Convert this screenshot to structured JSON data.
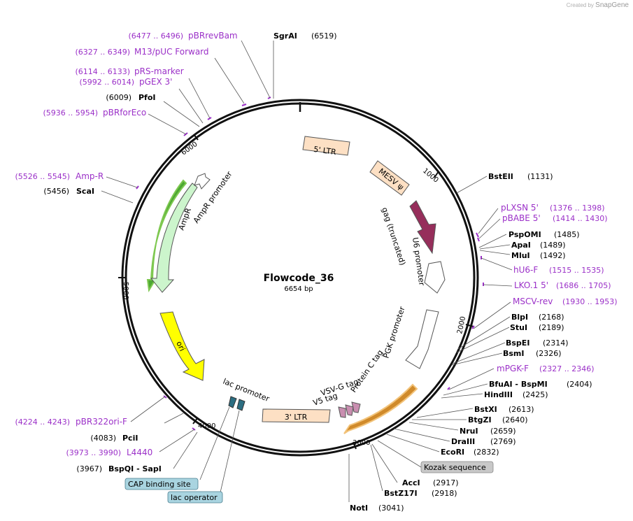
{
  "credit": {
    "created_by": "Created by",
    "brand": "SnapGene"
  },
  "plasmid": {
    "name": "Flowcode_36",
    "length_label": "6654 bp"
  },
  "colors": {
    "enzyme": "#000000",
    "primer": "#9b30c8",
    "leader": "#555555",
    "ring": "#111111"
  },
  "tick_labels": [
    "1000",
    "2000",
    "3000",
    "4000",
    "5000",
    "6000"
  ],
  "features": [
    {
      "name": "5' LTR",
      "label": "5' LTR"
    },
    {
      "name": "MESV psi",
      "label": "MESV ψ"
    },
    {
      "name": "gag (truncated)",
      "label": "gag (truncated)"
    },
    {
      "name": "U6 promoter",
      "label": "U6 promoter"
    },
    {
      "name": "PGK promoter",
      "label": "PGK promoter"
    },
    {
      "name": "Protein C tag",
      "label": "Protein C tag"
    },
    {
      "name": "VSV-G tag",
      "label": "VSV-G tag"
    },
    {
      "name": "V5 tag",
      "label": "V5 tag"
    },
    {
      "name": "3' LTR",
      "label": "3' LTR"
    },
    {
      "name": "lac promoter",
      "label": "lac promoter"
    },
    {
      "name": "ori",
      "label": "ori"
    },
    {
      "name": "AmpR",
      "label": "AmpR"
    },
    {
      "name": "AmpR promoter",
      "label": "AmpR promoter"
    }
  ],
  "enzymes_right": [
    {
      "name": "BstEII",
      "pos": "(1131)"
    },
    {
      "name": "PspOMI",
      "pos": "(1485)"
    },
    {
      "name": "ApaI",
      "pos": "(1489)"
    },
    {
      "name": "MluI",
      "pos": "(1492)"
    },
    {
      "name": "BlpI",
      "pos": "(2168)"
    },
    {
      "name": "StuI",
      "pos": "(2189)"
    },
    {
      "name": "BspEI",
      "pos": "(2314)"
    },
    {
      "name": "BsmI",
      "pos": "(2326)"
    },
    {
      "name": "BfuAI  -  BspMI",
      "pos": "(2404)"
    },
    {
      "name": "HindIII",
      "pos": "(2425)"
    },
    {
      "name": "BstXI",
      "pos": "(2613)"
    },
    {
      "name": "BtgZI",
      "pos": "(2640)"
    },
    {
      "name": "NruI",
      "pos": "(2659)"
    },
    {
      "name": "DraIII",
      "pos": "(2769)"
    },
    {
      "name": "EcoRI",
      "pos": "(2832)"
    },
    {
      "name": "AccI",
      "pos": "(2917)"
    },
    {
      "name": "BstZ17I",
      "pos": "(2918)"
    },
    {
      "name": "NotI",
      "pos": "(3041)"
    }
  ],
  "primers_right": [
    {
      "name": "pLXSN 5'",
      "range": "(1376 .. 1398)"
    },
    {
      "name": "pBABE 5'",
      "range": "(1414 .. 1430)"
    },
    {
      "name": "hU6-F",
      "range": "(1515 .. 1535)"
    },
    {
      "name": "LKO.1 5'",
      "range": "(1686 .. 1705)"
    },
    {
      "name": "MSCV-rev",
      "range": "(1930 .. 1953)"
    },
    {
      "name": "mPGK-F",
      "range": "(2327 .. 2346)"
    }
  ],
  "enzymes_left": [
    {
      "name": "SgrAI",
      "pos": "(6519)"
    },
    {
      "name": "PfoI",
      "pos": "(6009)"
    },
    {
      "name": "ScaI",
      "pos": "(5456)"
    },
    {
      "name": "PciI",
      "pos": "(4083)"
    },
    {
      "name": "BspQI  -  SapI",
      "pos": "(3967)"
    }
  ],
  "primers_left": [
    {
      "name": "pBRrevBam",
      "range": "(6477 .. 6496)"
    },
    {
      "name": "M13/pUC Forward",
      "range": "(6327 .. 6349)"
    },
    {
      "name": "pRS-marker",
      "range": "(6114 .. 6133)"
    },
    {
      "name": "pGEX 3'",
      "range": "(5992 .. 6014)"
    },
    {
      "name": "pBRforEco",
      "range": "(5936 .. 5954)"
    },
    {
      "name": "Amp-R",
      "range": "(5526 .. 5545)"
    },
    {
      "name": "pBR322ori-F",
      "range": "(4224 .. 4243)"
    },
    {
      "name": "L4440",
      "range": "(3973 .. 3990)"
    }
  ],
  "boxed_labels": {
    "kozak": "Kozak sequence",
    "cap": "CAP binding site",
    "lac_operator": "lac operator"
  }
}
